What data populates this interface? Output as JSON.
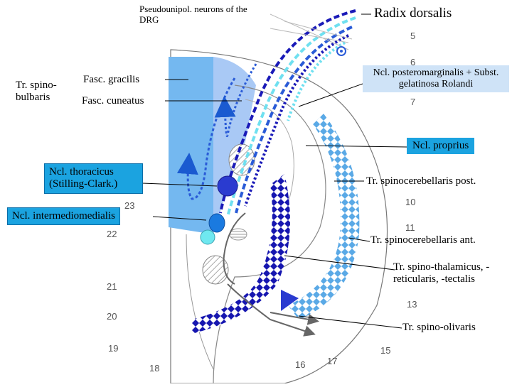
{
  "labels": {
    "drg": "Pseudounipol. neurons of the DRG",
    "radix": "Radix dorsalis",
    "spinobulbaris": "Tr. spino-bulbaris",
    "gracilis": "Fasc. gracilis",
    "cuneatus": "Fasc. cuneatus",
    "posteromarginalis": "Ncl. posteromarginalis + Subst. gelatinosa Rolandi",
    "proprius": "Ncl. proprius",
    "thoracicus": "Ncl. thoracicus (Stilling-Clark.)",
    "spinocerebellaris_post": "Tr. spinocerebellaris post.",
    "intermediomedialis": "Ncl. intermediomedialis",
    "spinocerebellaris_ant": "Tr. spinocerebellaris ant.",
    "spinothalamicus": "Tr. spino-thalamicus, -reticularis, -tectalis",
    "spinoolivaris": "Tr. spino-olivaris"
  },
  "lamina_numbers": [
    "5",
    "6",
    "7",
    "10",
    "11",
    "13",
    "15",
    "16",
    "17",
    "18",
    "19",
    "20",
    "21",
    "22",
    "23"
  ],
  "colors": {
    "box_bg": "#1ba3e0",
    "box_bg_light": "#cfe3f7",
    "fasc_gracilis": "#74b8f0",
    "fasc_cuneatus": "#a9c9f5",
    "dark_blue": "#1a1ab8",
    "medium_blue": "#2a5bd7",
    "cyan": "#6fe0f0",
    "light_cyan": "#9be8f2",
    "checker_light": "#6ab0e8",
    "checker_dark": "#1a1ab0"
  }
}
